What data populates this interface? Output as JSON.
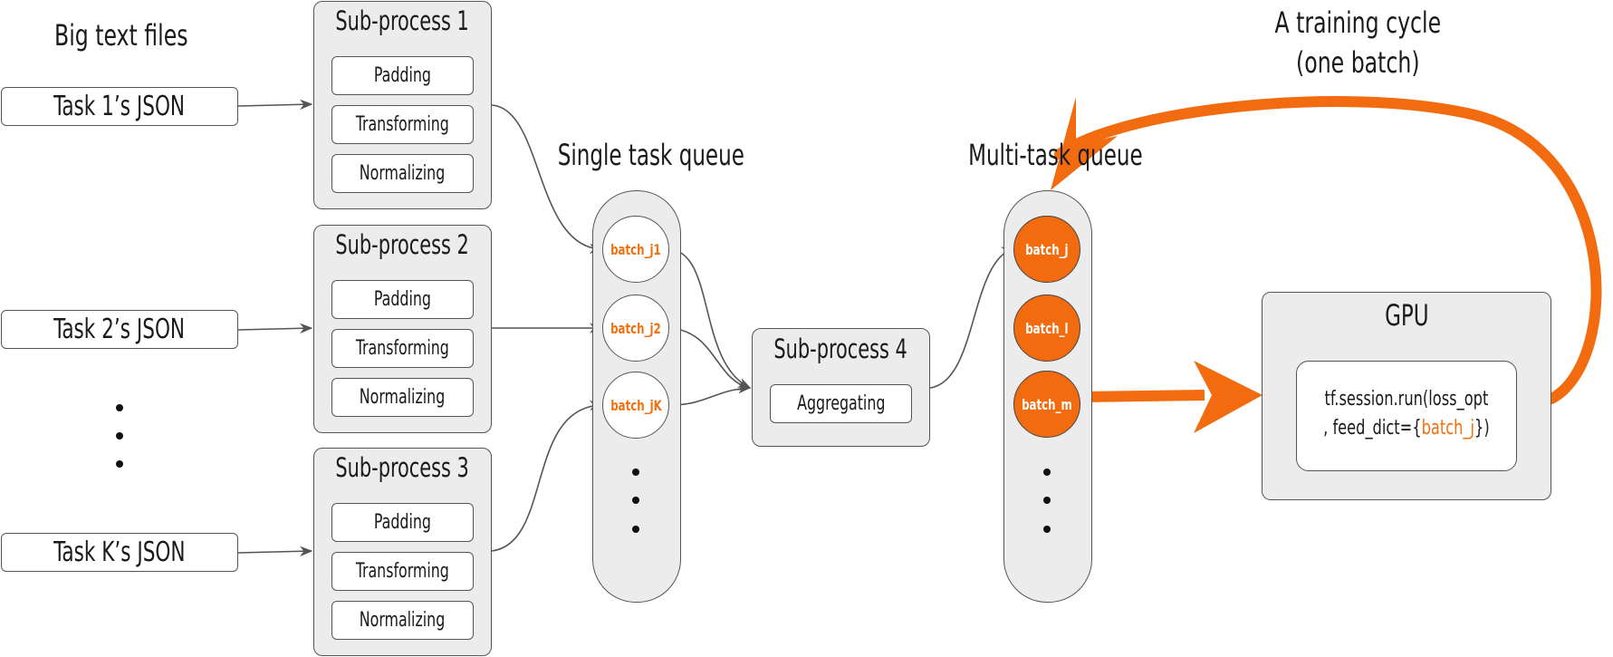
{
  "header": {
    "big_text_files": "Big text files",
    "training_cycle_line1": "A training cycle",
    "training_cycle_line2": "(one batch)"
  },
  "tasks": [
    {
      "label": "Task 1’s JSON"
    },
    {
      "label": "Task 2’s JSON"
    },
    {
      "label": "Task K’s JSON"
    }
  ],
  "subprocesses": [
    {
      "title": "Sub-process 1",
      "steps": [
        "Padding",
        "Transforming",
        "Normalizing"
      ]
    },
    {
      "title": "Sub-process 2",
      "steps": [
        "Padding",
        "Transforming",
        "Normalizing"
      ]
    },
    {
      "title": "Sub-process 3",
      "steps": [
        "Padding",
        "Transforming",
        "Normalizing"
      ]
    }
  ],
  "aggregator": {
    "title": "Sub-process 4",
    "step": "Aggregating"
  },
  "single_queue": {
    "title": "Single task queue",
    "batches": [
      "batch_j1",
      "batch_j2",
      "batch_jK"
    ]
  },
  "multi_queue": {
    "title": "Multi-task queue",
    "batches": [
      "batch_j",
      "batch_l",
      "batch_m"
    ]
  },
  "gpu": {
    "title": "GPU",
    "code_line1": "tf.session.run(loss_opt",
    "code_line2_prefix": ", feed_dict={",
    "code_line2_highlight": "batch_j",
    "code_line2_suffix": "})"
  },
  "colors": {
    "accent": "#f26b0f",
    "box_fill": "#ececec",
    "border": "#555555"
  }
}
